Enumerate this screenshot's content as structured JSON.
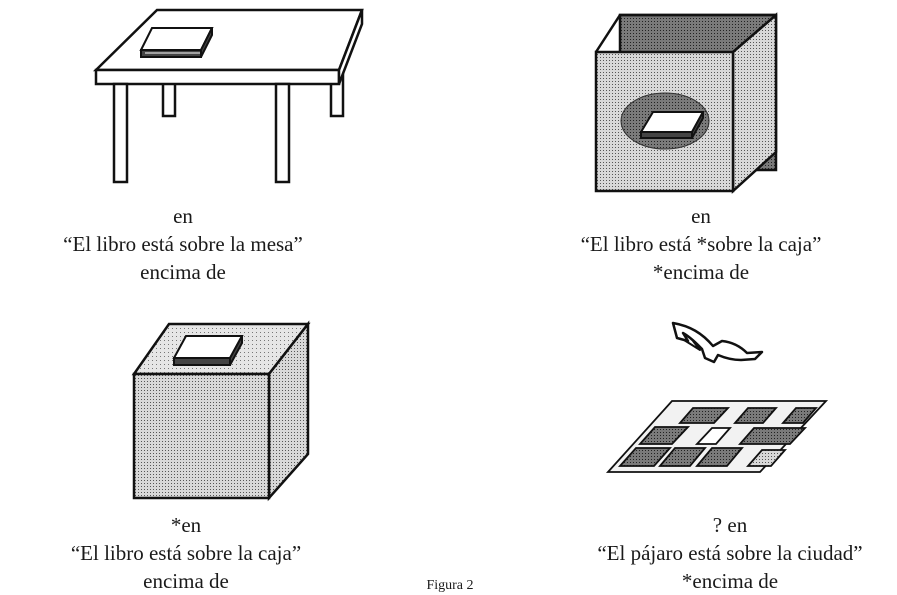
{
  "panels": [
    {
      "preposition_top": "en",
      "sentence": "“El libro está  sobre  la mesa”",
      "preposition_bottom": "encima de"
    },
    {
      "preposition_top": "en",
      "sentence": "“El libro está  *sobre  la caja”",
      "preposition_bottom": "*encima de"
    },
    {
      "preposition_top": "*en",
      "sentence": "“El libro está  sobre  la caja”",
      "preposition_bottom": "encima de"
    },
    {
      "preposition_top": "? en",
      "sentence": "“El pájaro está  sobre  la ciudad”",
      "preposition_bottom": "*encima de"
    }
  ],
  "figure_label": "Figura 2"
}
